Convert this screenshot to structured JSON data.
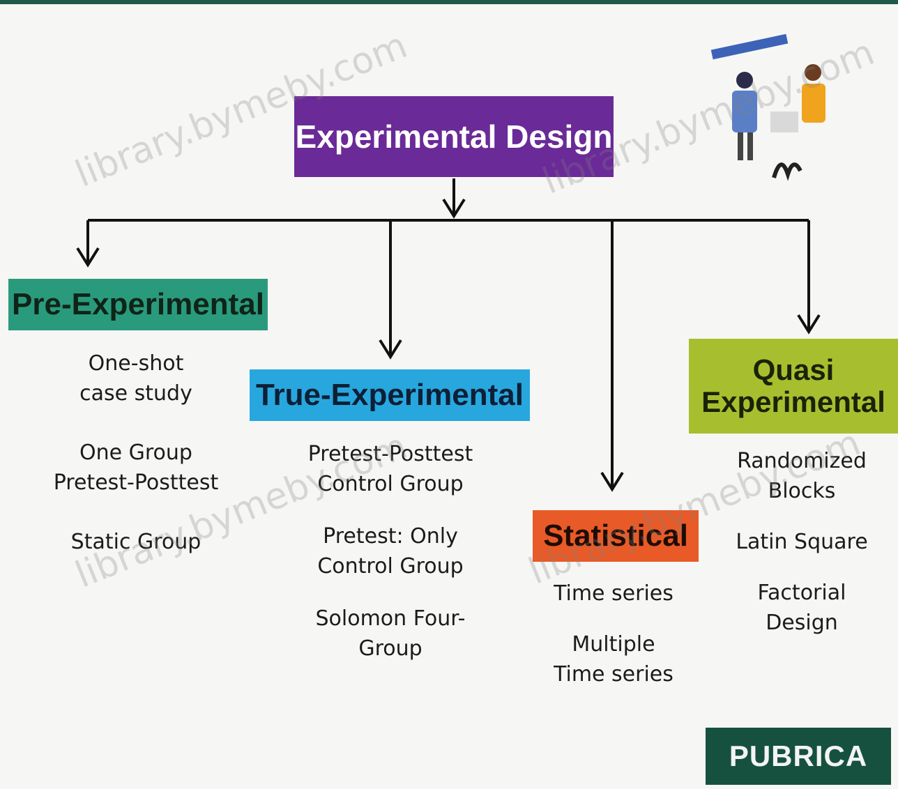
{
  "diagram": {
    "title_box": {
      "label": "Experimental Design",
      "color": "#6a2a97",
      "text_color": "#ffffff"
    },
    "categories": [
      {
        "id": "pre",
        "label": "Pre-Experimental",
        "color": "#2a9a7d",
        "text_color": "#0f2418",
        "items": [
          "One-shot\ncase study",
          "One Group\nPretest-Posttest",
          "Static Group"
        ]
      },
      {
        "id": "true",
        "label": "True-Experimental",
        "color": "#27a7de",
        "text_color": "#0e1f36",
        "items": [
          "Pretest-Posttest\nControl Group",
          "Pretest: Only\nControl Group",
          "Solomon Four-\nGroup"
        ]
      },
      {
        "id": "stat",
        "label": "Statistical",
        "color": "#e85a27",
        "text_color": "#1e0c05",
        "items": [
          "Time series",
          "Multiple\nTime series"
        ]
      },
      {
        "id": "quasi",
        "label": "Quasi\nExperimental",
        "color": "#a7bf2e",
        "text_color": "#1a2208",
        "items": [
          "Randomized\nBlocks",
          "Latin Square",
          "Factorial\nDesign"
        ]
      }
    ]
  },
  "watermark": "library.bymeby.com",
  "logo": {
    "text": "PUBRICA",
    "color": "#16513f"
  },
  "illustration_icon": "people-presentation-icon"
}
